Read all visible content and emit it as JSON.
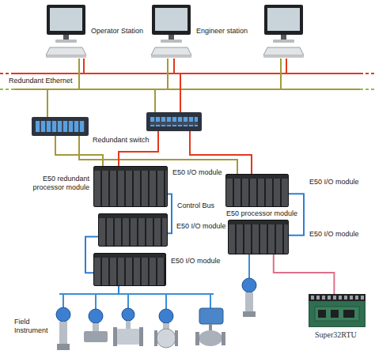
{
  "diagram": {
    "nodes": [
      {
        "text": [
          "Operator Station"
        ]
      },
      {
        "text": [
          "Engineer station"
        ]
      },
      {
        "text": [
          "Redundant switch"
        ]
      },
      {
        "text": [
          "E50 redundant processor module",
          "E50 I/O module"
        ]
      },
      {
        "text": [
          "E50 I/O module"
        ]
      },
      {
        "text": [
          "E50 I/O module"
        ]
      },
      {
        "text": [
          "E50 I/O module",
          "E50 processor module"
        ]
      },
      {
        "text": [
          "E50 I/O module"
        ]
      },
      {
        "text": [
          "Field Instrument"
        ]
      },
      {
        "text": [
          "Super32RTU"
        ]
      }
    ],
    "edges": [
      {
        "from": 3,
        "to": 4,
        "arrow": "none"
      },
      {
        "from": 4,
        "to": 5,
        "arrow": "none"
      },
      {
        "from": 5,
        "to": 8,
        "arrow": "none"
      },
      {
        "from": 6,
        "to": 7,
        "arrow": "none"
      },
      {
        "from": 7,
        "to": 9,
        "arrow": "none"
      }
    ],
    "labels": [
      "Redundant Ethernet",
      "Control Bus"
    ]
  }
}
